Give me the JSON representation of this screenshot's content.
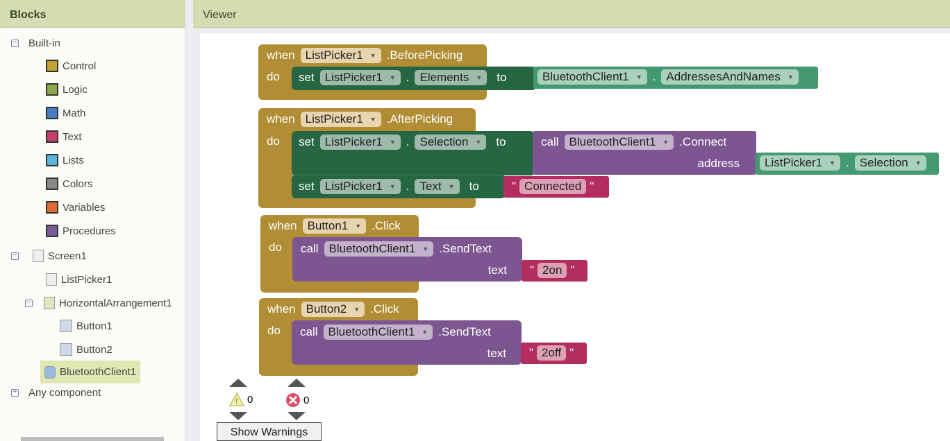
{
  "left": {
    "title": "Blocks",
    "builtin": "Built-in",
    "categories": [
      {
        "label": "Control",
        "color": "#c5a234"
      },
      {
        "label": "Logic",
        "color": "#8aaa4a"
      },
      {
        "label": "Math",
        "color": "#4a7cc0"
      },
      {
        "label": "Text",
        "color": "#c93d6a"
      },
      {
        "label": "Lists",
        "color": "#5ab4dc"
      },
      {
        "label": "Colors",
        "color": "#888888"
      },
      {
        "label": "Variables",
        "color": "#de6b3a"
      },
      {
        "label": "Procedures",
        "color": "#7c5a95"
      }
    ],
    "screen": "Screen1",
    "listpicker": "ListPicker1",
    "harr": "HorizontalArrangement1",
    "button1": "Button1",
    "button2": "Button2",
    "bt": "BluetoothClient1",
    "any": "Any component"
  },
  "viewer": {
    "title": "Viewer"
  },
  "kw": {
    "when": "when",
    "do": "do",
    "set": "set",
    "to": "to",
    "call": "call",
    "dot": ".",
    "address": "address",
    "text": "text",
    "q": "\""
  },
  "b1": {
    "comp": "ListPicker1",
    "event": ".BeforePicking",
    "setcomp": "ListPicker1",
    "prop": "Elements",
    "getcomp": "BluetoothClient1",
    "getprop": "AddressesAndNames"
  },
  "b2": {
    "comp": "ListPicker1",
    "event": ".AfterPicking",
    "setcomp": "ListPicker1",
    "prop": "Selection",
    "callcomp": "BluetoothClient1",
    "method": ".Connect",
    "argcomp": "ListPicker1",
    "argprop": "Selection",
    "setcomp2": "ListPicker1",
    "prop2": "Text",
    "str": "Connected"
  },
  "b3": {
    "comp": "Button1",
    "event": ".Click",
    "callcomp": "BluetoothClient1",
    "method": ".SendText",
    "str": "2on"
  },
  "b4": {
    "comp": "Button2",
    "event": ".Click",
    "callcomp": "BluetoothClient1",
    "method": ".SendText",
    "str": "2off"
  },
  "warnings": {
    "warn_count": "0",
    "error_count": "0",
    "button": "Show Warnings"
  }
}
